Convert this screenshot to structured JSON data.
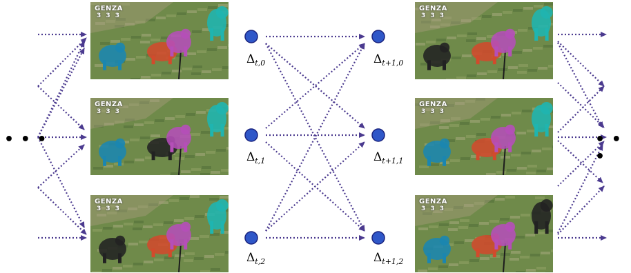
{
  "overlay_text": {
    "line1": "GENZA",
    "line2": "3 3 3"
  },
  "ellipsis_left": "• • •",
  "ellipsis_right": "• • •",
  "nodes_left": [
    {
      "symbol": "Δ",
      "sub": "t,0"
    },
    {
      "symbol": "Δ",
      "sub": "t,1"
    },
    {
      "symbol": "Δ",
      "sub": "t,2"
    }
  ],
  "nodes_right": [
    {
      "symbol": "Δ",
      "sub": "t+1,0"
    },
    {
      "symbol": "Δ",
      "sub": "t+1,1"
    },
    {
      "symbol": "Δ",
      "sub": "t+1,2"
    }
  ],
  "colors": {
    "arrow": "#4b3a8f",
    "node_fill": "#2f57c8",
    "node_stroke": "#1a237e",
    "grass": "#6f8a4a",
    "cyan": "#1fb5b0",
    "magenta": "#b54fb8",
    "red": "#d24a2c",
    "teal_blue": "#1b86b0",
    "black_chimp": "#222222"
  },
  "frames": [
    {
      "id": "left-top",
      "chimps": [
        "teal_blue",
        "red",
        "magenta",
        "cyan"
      ]
    },
    {
      "id": "left-mid",
      "chimps": [
        "teal_blue",
        "black_chimp",
        "magenta",
        "cyan"
      ]
    },
    {
      "id": "left-bottom",
      "chimps": [
        "black_chimp",
        "red",
        "magenta",
        "cyan"
      ]
    },
    {
      "id": "right-top",
      "chimps": [
        "black_chimp",
        "red",
        "magenta",
        "cyan"
      ]
    },
    {
      "id": "right-mid",
      "chimps": [
        "teal_blue",
        "red",
        "magenta",
        "cyan"
      ]
    },
    {
      "id": "right-bottom",
      "chimps": [
        "teal_blue",
        "red",
        "magenta",
        "black_chimp"
      ]
    }
  ]
}
